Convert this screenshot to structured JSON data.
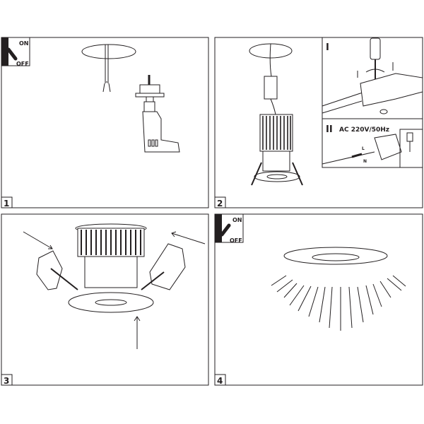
{
  "panels": [
    {
      "number": "1",
      "switch": {
        "on_label": "ON",
        "off_label": "OFF"
      }
    },
    {
      "number": "2",
      "inset": {
        "step1_label": "I",
        "step2_label": "II",
        "voltage_label": "AC 220V/50Hz",
        "live_label": "L",
        "neutral_label": "N"
      }
    },
    {
      "number": "3"
    },
    {
      "number": "4",
      "switch": {
        "on_label": "ON",
        "off_label": "OFF"
      }
    }
  ],
  "colors": {
    "ink": "#231f20",
    "background": "#ffffff"
  }
}
